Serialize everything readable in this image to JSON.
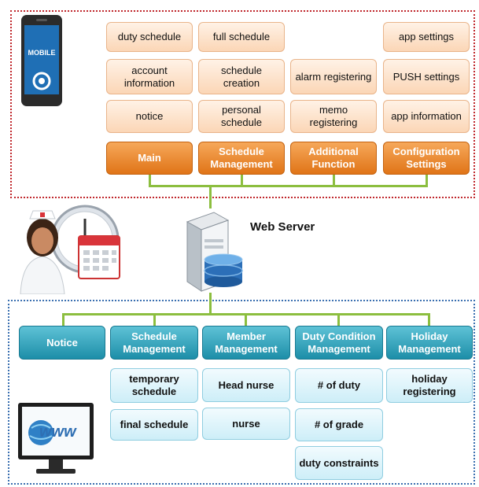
{
  "mobile": {
    "label": "MOBILE"
  },
  "server": {
    "label": "Web Server"
  },
  "mobile_app": {
    "main": {
      "title": "Main",
      "items": [
        "duty schedule",
        "account information",
        "notice"
      ]
    },
    "schedule": {
      "title": "Schedule Management",
      "items": [
        "full schedule",
        "schedule creation",
        "personal schedule"
      ]
    },
    "additional": {
      "title": "Additional Function",
      "items": [
        "alarm registering",
        "memo registering"
      ]
    },
    "config": {
      "title": "Configuration Settings",
      "items": [
        "app settings",
        "PUSH settings",
        "app information"
      ]
    }
  },
  "web_app": {
    "notice": {
      "title": "Notice"
    },
    "schedule": {
      "title": "Schedule Management",
      "items": [
        "temporary schedule",
        "final schedule"
      ]
    },
    "member": {
      "title": "Member Management",
      "items": [
        "Head nurse",
        "nurse"
      ]
    },
    "duty": {
      "title": "Duty Condition Management",
      "items": [
        "# of duty",
        "# of grade",
        "duty constraints"
      ]
    },
    "holiday": {
      "title": "Holiday Management",
      "items": [
        "holiday registering"
      ]
    }
  },
  "web_icon": {
    "label": "www"
  },
  "colors": {
    "mobile_frame": "#c0282d",
    "web_frame": "#3a6fb0",
    "connector": "#8cbe3f",
    "mobile_header": "#e07417",
    "web_header": "#1d8ea8"
  }
}
